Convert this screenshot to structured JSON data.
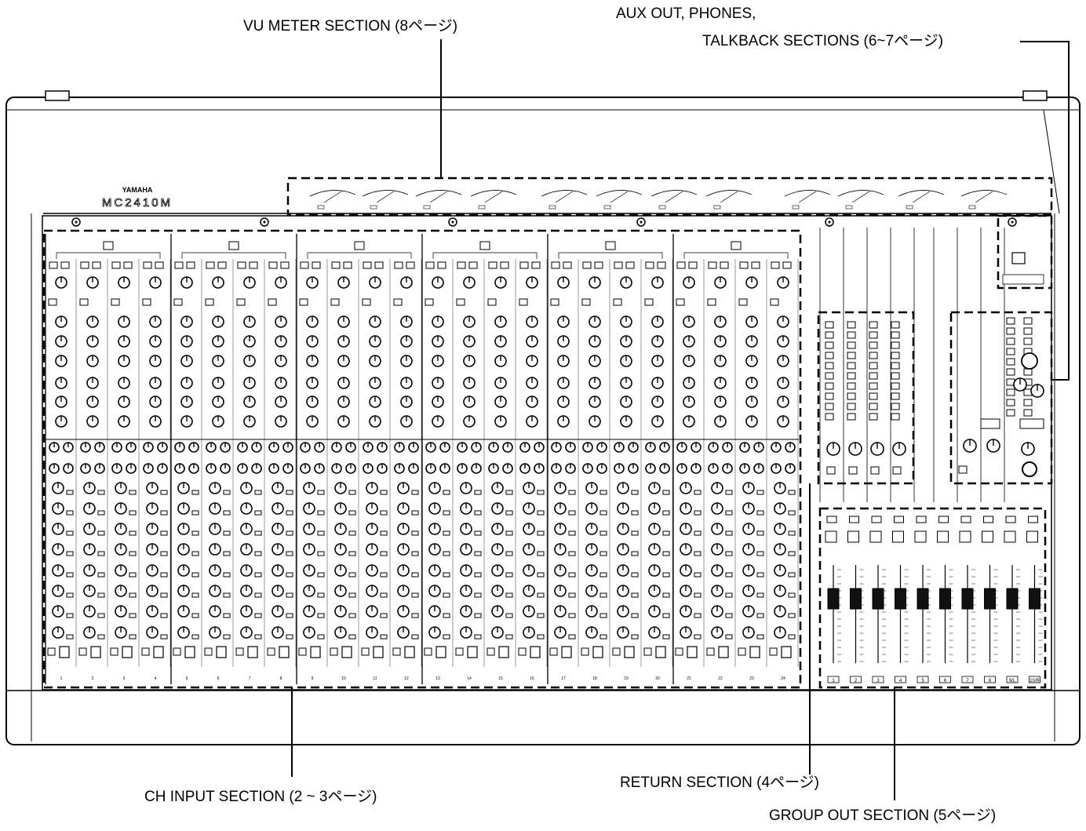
{
  "brand": {
    "maker": "YAMAHA",
    "model": "MC2410M"
  },
  "callouts": {
    "vu_meter": "VU METER SECTION (8ページ)",
    "aux_out_line1": "AUX OUT, PHONES,",
    "aux_out_line2": "TALKBACK SECTIONS (6~7ページ)",
    "ch_input": "CH INPUT SECTION (2 ~ 3ページ)",
    "return": "RETURN SECTION (4ページ)",
    "group_out": "GROUP OUT SECTION (5ページ)"
  },
  "channel_numbers": [
    "1",
    "2",
    "3",
    "4",
    "5",
    "6",
    "7",
    "8",
    "9",
    "10",
    "11",
    "12",
    "13",
    "14",
    "15",
    "16",
    "17",
    "18",
    "19",
    "20",
    "21",
    "22",
    "23",
    "24"
  ],
  "group_numbers": [
    "1",
    "2",
    "3",
    "4",
    "5",
    "6",
    "7",
    "8",
    "9/L",
    "10/R"
  ]
}
